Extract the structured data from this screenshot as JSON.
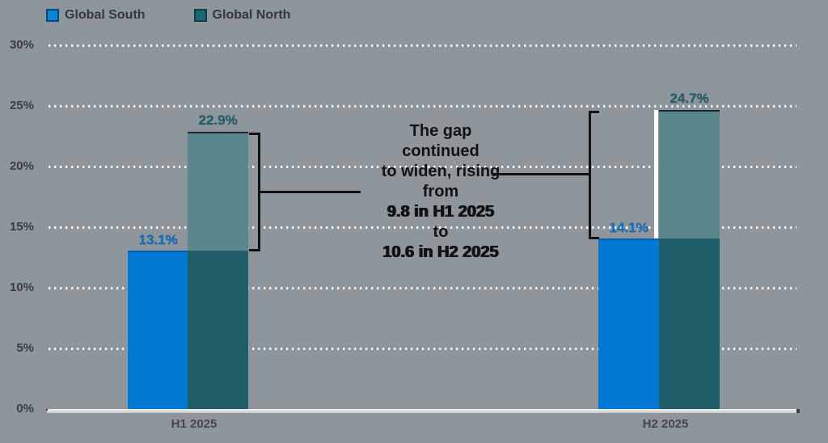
{
  "colors": {
    "background": "#8F969B",
    "south_blue": "#0078D4",
    "north_teal_light": "#5A878E",
    "north_teal_dark": "#205F69",
    "legend_south_swatch": "#0B84D8",
    "legend_north_swatch": "#1E6670",
    "south_value_label": "#0A6FC8",
    "north_value_label": "#1D5F6B",
    "gridline_dots": "#F4F4F4",
    "axis_text": "#383D43",
    "annotation_text": "#121212",
    "highlight_stripe": "#FFFFFF"
  },
  "legend": {
    "items": [
      {
        "label": "Global South",
        "color": "#0B84D8"
      },
      {
        "label": "Global North",
        "color": "#1E6670"
      }
    ]
  },
  "chart_data": {
    "type": "bar",
    "categories": [
      "H1 2025",
      "H2 2025"
    ],
    "series": [
      {
        "name": "Global South",
        "values": [
          13.1,
          14.1
        ],
        "labels": [
          "13.1%",
          "14.1%"
        ]
      },
      {
        "name": "Global North",
        "values": [
          22.9,
          24.7
        ],
        "labels": [
          "22.9%",
          "24.7%"
        ]
      }
    ],
    "y_ticks": [
      {
        "value": 0,
        "label": "0%"
      },
      {
        "value": 5,
        "label": "5%"
      },
      {
        "value": 10,
        "label": "10%"
      },
      {
        "value": 15,
        "label": "15%"
      },
      {
        "value": 20,
        "label": "20%"
      },
      {
        "value": 25,
        "label": "25%"
      },
      {
        "value": 30,
        "label": "30%"
      }
    ],
    "ylim": [
      0,
      30
    ],
    "grid": "dotted-horizontal-white",
    "legend_position": "top-left",
    "gap_values": {
      "h1_2025": 9.8,
      "h2_2025": 10.6
    }
  },
  "annotation": {
    "lines": [
      {
        "text": "The gap"
      },
      {
        "text": "continued"
      },
      {
        "text": "to widen, rising"
      },
      {
        "text": "from"
      },
      {
        "text": "9.8 in H1 2025",
        "emphasis": true
      },
      {
        "text": "to"
      },
      {
        "text": "10.6 in H2 2025",
        "emphasis": true
      }
    ]
  }
}
